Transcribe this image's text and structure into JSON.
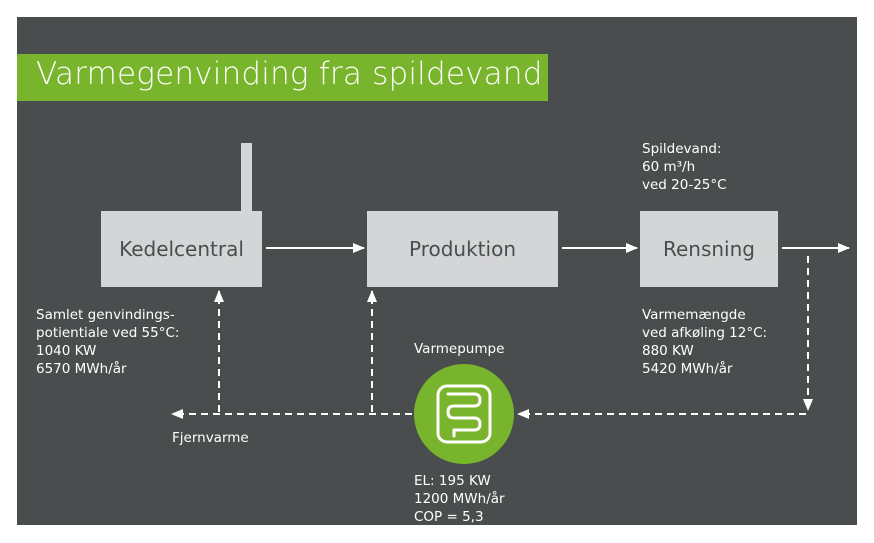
{
  "title": "Varmegenvinding fra spildevand",
  "boxes": {
    "kedelcentral": "Kedelcentral",
    "produktion": "Produktion",
    "rensning": "Rensning"
  },
  "labels": {
    "spildevand": [
      "Spildevand:",
      "60 m³/h",
      "ved 20-25°C"
    ],
    "samlet": [
      "Samlet genvindings-",
      "potientiale ved 55°C:",
      "1040 KW",
      "6570 MWh/år"
    ],
    "varmemaengde": [
      "Varmemængde",
      "ved afkøling 12°C:",
      "880 KW",
      "5420 MWh/år"
    ],
    "varmepumpe": "Varmepumpe",
    "fjernvarme": "Fjernvarme",
    "el": [
      "EL: 195 KW",
      "1200 MWh/år",
      "COP = 5,3"
    ]
  },
  "colors": {
    "background": "#4a4d4e",
    "accent_green": "#78b52c",
    "box": "#d4d5d6",
    "line": "#ffffff"
  },
  "icons": {
    "heat_pump": "coil-exchanger-icon"
  }
}
